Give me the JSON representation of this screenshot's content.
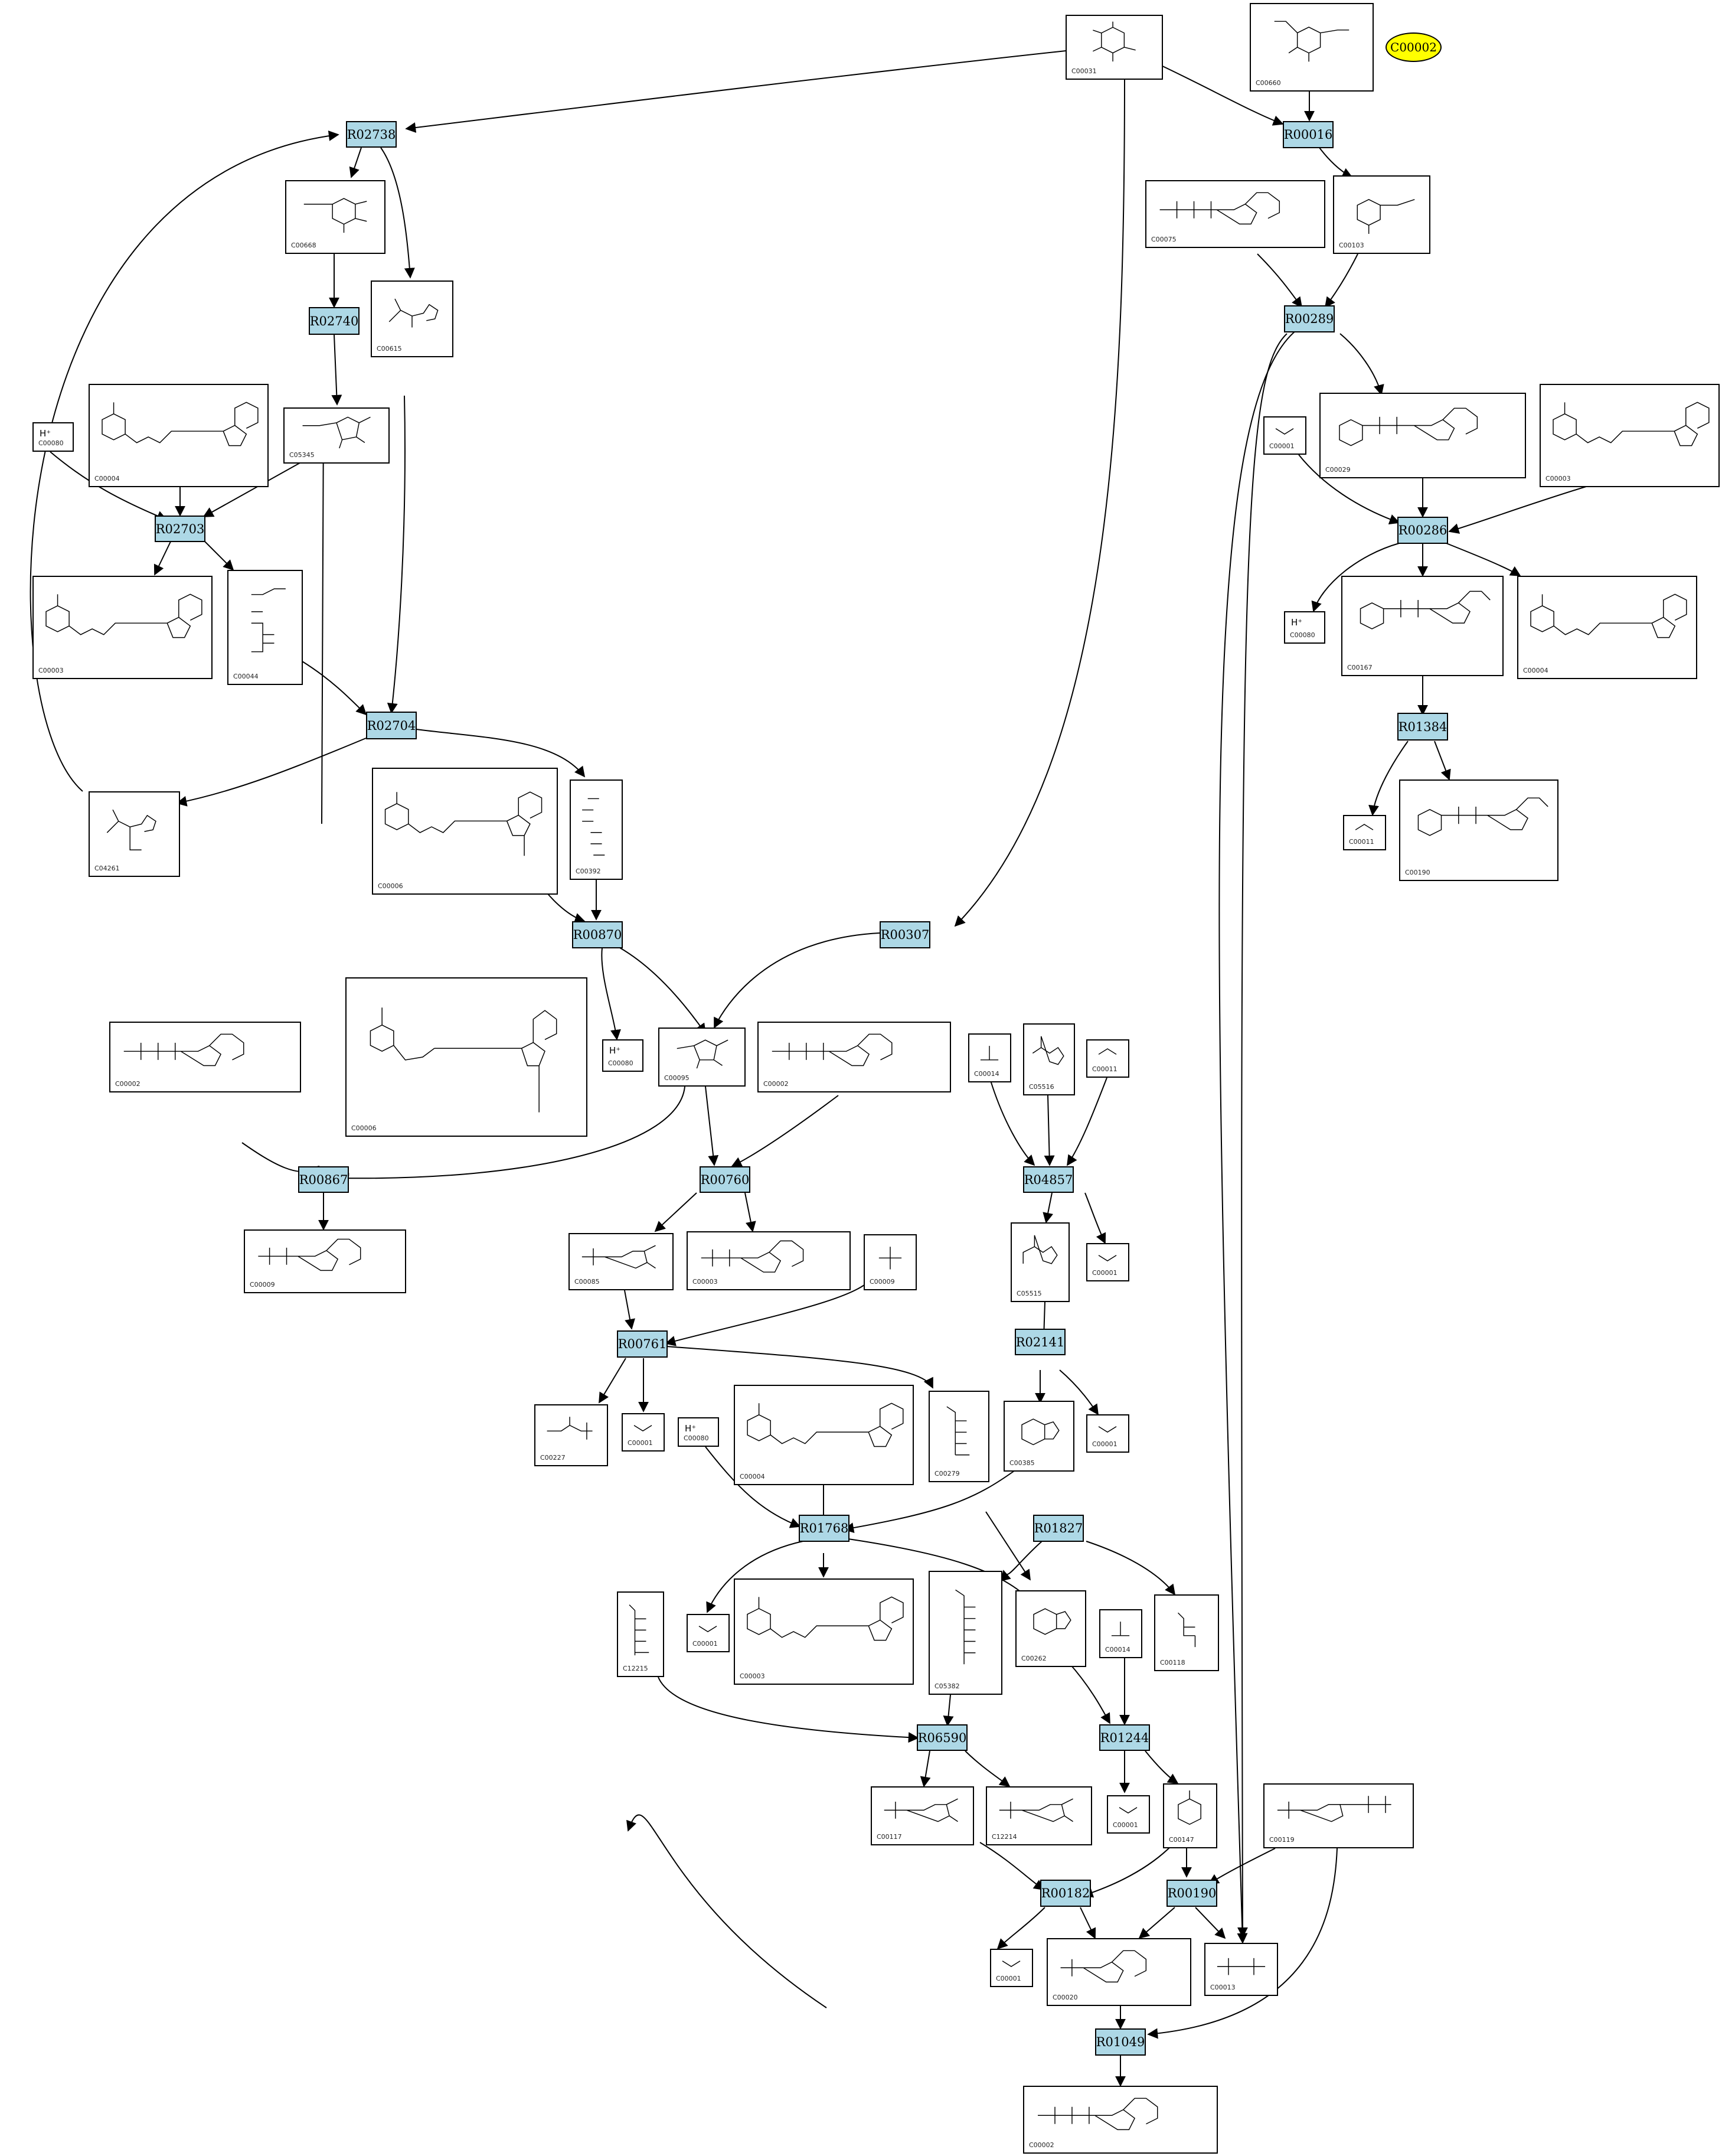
{
  "highlight": {
    "label": "C00002"
  },
  "reactions": {
    "R02738": "R02738",
    "R02740": "R02740",
    "R02703": "R02703",
    "R02704": "R02704",
    "R00870": "R00870",
    "R00867": "R00867",
    "R00307": "R00307",
    "R00760": "R00760",
    "R00761": "R00761",
    "R01768": "R01768",
    "R01827": "R01827",
    "R04857": "R04857",
    "R02141": "R02141",
    "R06590": "R06590",
    "R01244": "R01244",
    "R00182": "R00182",
    "R00190": "R00190",
    "R01049": "R01049",
    "R00016": "R00016",
    "R00289": "R00289",
    "R00286": "R00286",
    "R01384": "R01384"
  },
  "compounds": {
    "c00031": "C00031",
    "c00660": "C00660",
    "c00668": "C00668",
    "c00615": "C00615",
    "c05345": "C05345",
    "c00004a": "C00004",
    "c00080a": "C00080",
    "c00003a": "C00003",
    "c00044": "C00044",
    "c04261": "C04261",
    "c00006a": "C00006",
    "c00392": "C00392",
    "c00006b": "C00006",
    "c00080b": "C00080",
    "c00095": "C00095",
    "c00002a": "C00002",
    "c00002b": "C00002",
    "c00009a": "C00009",
    "c00085": "C00085",
    "c00003b": "C00003",
    "c00009b": "C00009",
    "c00227": "C00227",
    "c00001a": "C00001",
    "c00080c": "C00080",
    "c00004b": "C00004",
    "c00279": "C00279",
    "c00014a": "C00014",
    "c05516": "C05516",
    "c00011a": "C00011",
    "c05515": "C05515",
    "c00001b": "C00001",
    "c00385": "C00385",
    "c00001c": "C00001",
    "c00001d": "C00001",
    "c00003c": "C00003",
    "c00262": "C00262",
    "c05382": "C05382",
    "c00014b": "C00014",
    "c00118": "C00118",
    "c12215": "C12215",
    "c00117": "C00117",
    "c12214": "C12214",
    "c00001e": "C00001",
    "c00147": "C00147",
    "c00119": "C00119",
    "c00001f": "C00001",
    "c00020": "C00020",
    "c00013": "C00013",
    "c00002c": "C00002",
    "c00075": "C00075",
    "c00103": "C00103",
    "c00001g": "C00001",
    "c00029": "C00029",
    "c00003d": "C00003",
    "c00080d": "C00080",
    "c00167": "C00167",
    "c00004c": "C00004",
    "c00011b": "C00011",
    "c00190": "C00190"
  },
  "labels": {
    "hplus": "H⁺"
  }
}
